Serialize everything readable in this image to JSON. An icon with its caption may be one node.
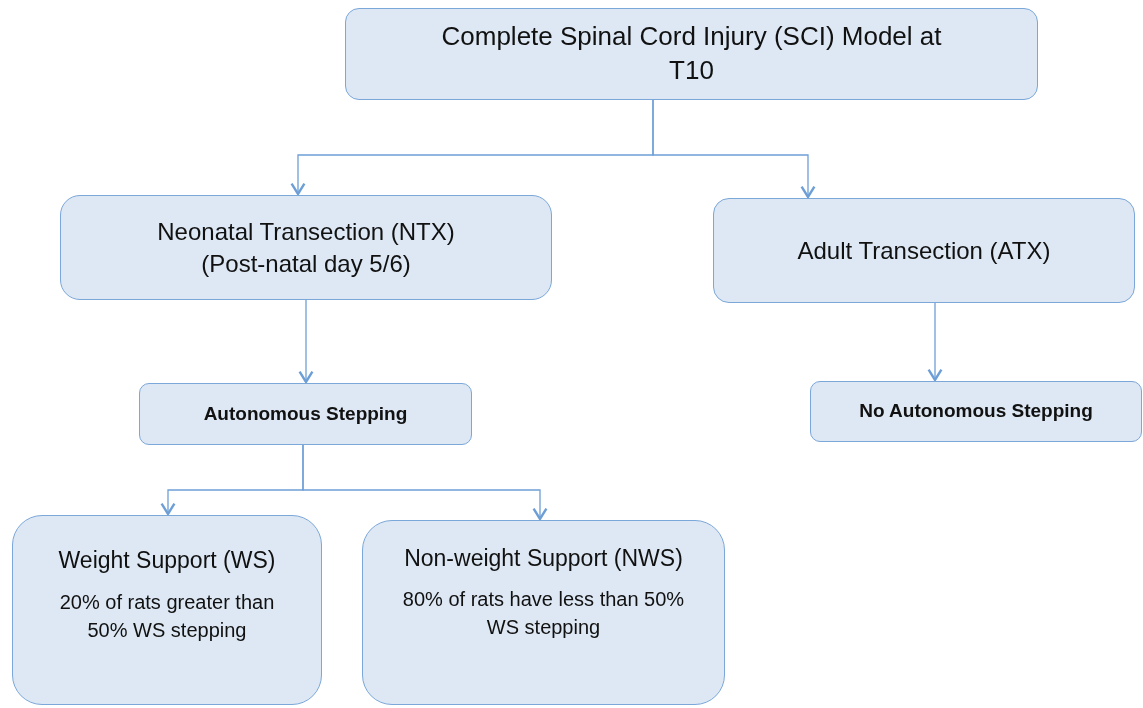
{
  "diagram": {
    "nodes": [
      {
        "text": [
          "Complete Spinal Cord Injury (SCI) Model at T10"
        ]
      },
      {
        "text": [
          "Neonatal Transection (NTX) (Post-natal day 5/6)"
        ]
      },
      {
        "text": [
          "Adult Transection (ATX)"
        ]
      },
      {
        "text": [
          "Autonomous Stepping"
        ]
      },
      {
        "text": [
          "No Autonomous Stepping"
        ]
      },
      {
        "text": [
          "Weight Support (WS)",
          "20% of rats  greater than 50% WS stepping"
        ]
      },
      {
        "text": [
          "Non-weight Support (NWS)",
          "80% of rats have less than 50% WS stepping"
        ]
      }
    ],
    "edges": [
      {
        "from": 0,
        "to": 1,
        "arrow": "to"
      },
      {
        "from": 0,
        "to": 2,
        "arrow": "to"
      },
      {
        "from": 1,
        "to": 3,
        "arrow": "to"
      },
      {
        "from": 2,
        "to": 4,
        "arrow": "to"
      },
      {
        "from": 3,
        "to": 5,
        "arrow": "to"
      },
      {
        "from": 3,
        "to": 6,
        "arrow": "to"
      }
    ]
  }
}
